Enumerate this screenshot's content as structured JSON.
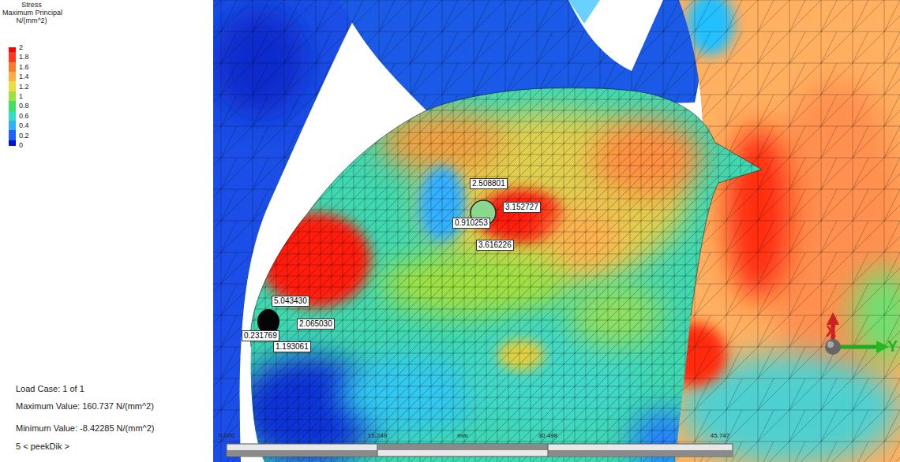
{
  "diagram": {
    "labels": [
      "Stress",
      "Maximum Principal",
      "N/(mm^2)",
      "2.508801",
      "3.152727",
      "0.910253",
      "3.616226",
      "5.043430",
      "2.065030",
      "0.231769",
      "1.193061",
      "Load Case: 1 of 1",
      "Maximum Value: 160.737 N/(mm^2)",
      "Minimum Value: -8.42285 N/(mm^2)",
      "0.000",
      "15.249",
      "mm",
      "30.498",
      "45.747",
      "5 < peekDik >",
      "X",
      "Y"
    ],
    "legend": [
      {
        "text": "2",
        "color": "#ff0000"
      },
      {
        "text": "1.8",
        "color": "#ff3a1a"
      },
      {
        "text": "1.6",
        "color": "#ff7a30"
      },
      {
        "text": "1.4",
        "color": "#ffb040"
      },
      {
        "text": "1.2",
        "color": "#e8e040"
      },
      {
        "text": "1",
        "color": "#a0e040"
      },
      {
        "text": "0.8",
        "color": "#40e060"
      },
      {
        "text": "0.6",
        "color": "#30e0c0"
      },
      {
        "text": "0.4",
        "color": "#30b0ff"
      },
      {
        "text": "0.2",
        "color": "#2060ff"
      },
      {
        "text": "0",
        "color": "#0010d0"
      }
    ]
  }
}
